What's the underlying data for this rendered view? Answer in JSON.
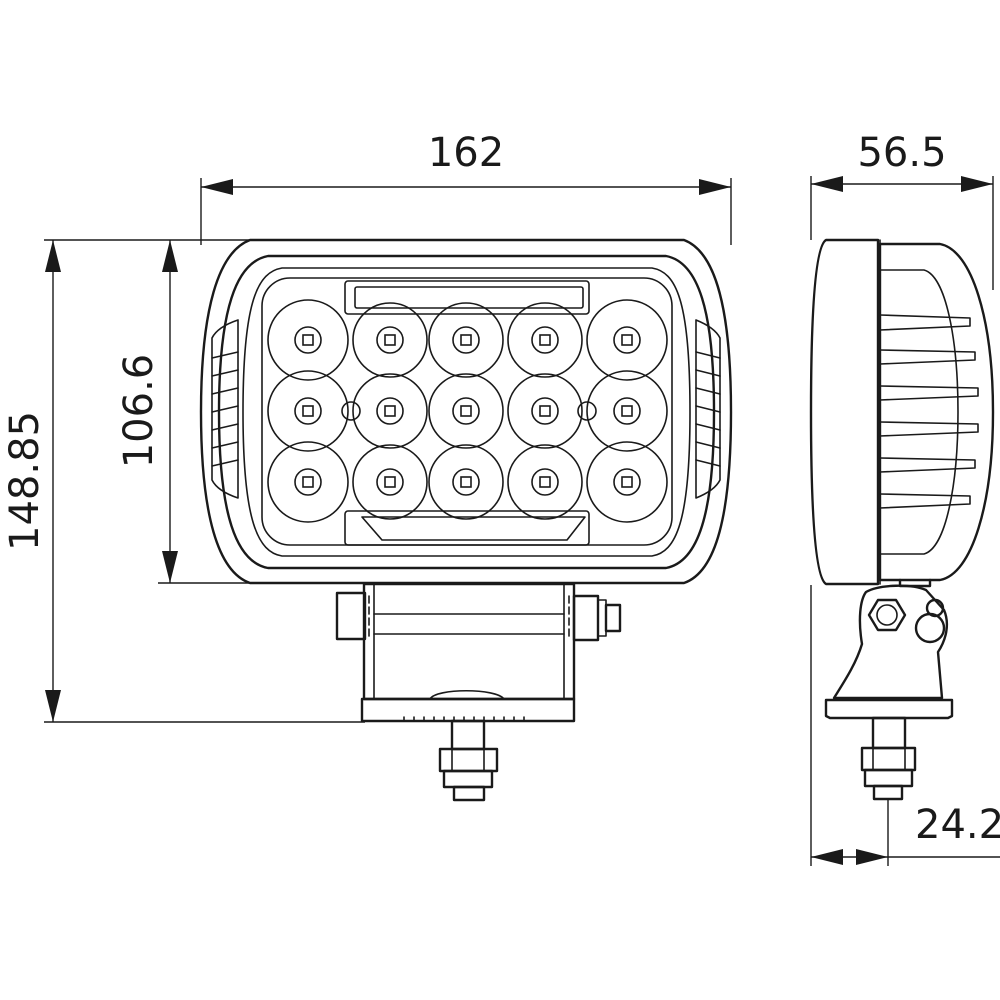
{
  "dimensions": {
    "width_front": "162",
    "height_face": "106.6",
    "height_total": "148.85",
    "depth_side": "56.5",
    "mount_offset": "24.2"
  },
  "colors": {
    "line": "#1a1a1a",
    "background": "#ffffff"
  }
}
